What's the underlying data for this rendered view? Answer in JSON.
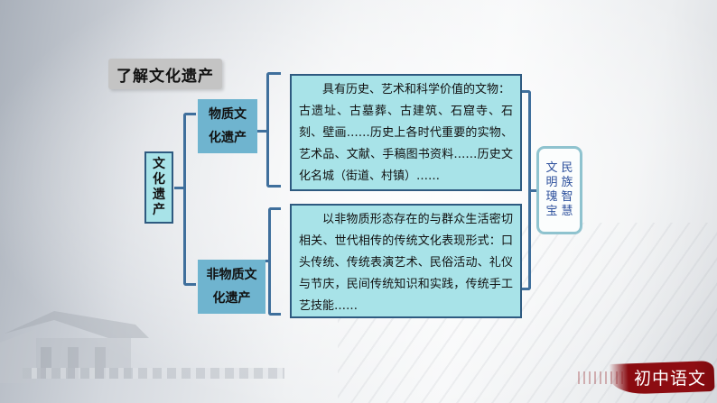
{
  "title": "了解文化遗产",
  "root": {
    "label": "文化遗产",
    "chars": [
      "文",
      "化",
      "遗",
      "产"
    ]
  },
  "branches": [
    {
      "label_line1": "物质文",
      "label_line2": "化遗产",
      "description_lines": [
        "具有历史、艺术和科学价值的文物：",
        "古遗址、古墓葬、古建筑、石窟寺、石刻、壁画……历史上各时代重要的实物、艺术品、文献、手稿图书资料……历史文化名城（街道、村镇）……"
      ]
    },
    {
      "label_line1": "非物质文",
      "label_line2": "化遗产",
      "description_lines": [
        "以非物质形态存在的与群众生活密切相关、世代相传的传统文化表现形式：口头传统、传统表演艺术、民俗活动、礼仪与节庆，民间传统知识和实践，传统手工艺技能……"
      ]
    }
  ],
  "value": {
    "col_right": [
      "民",
      "族",
      "智",
      "慧"
    ],
    "col_left": [
      "文",
      "明",
      "瑰",
      "宝"
    ]
  },
  "footer": {
    "label": "初中语文"
  },
  "colors": {
    "node_fill": "#6fb4cf",
    "desc_fill": "#a8e3e8",
    "bracket": "#3f6f9c",
    "value_text": "#2c4f9c",
    "brand_red": "#8a0b10"
  }
}
